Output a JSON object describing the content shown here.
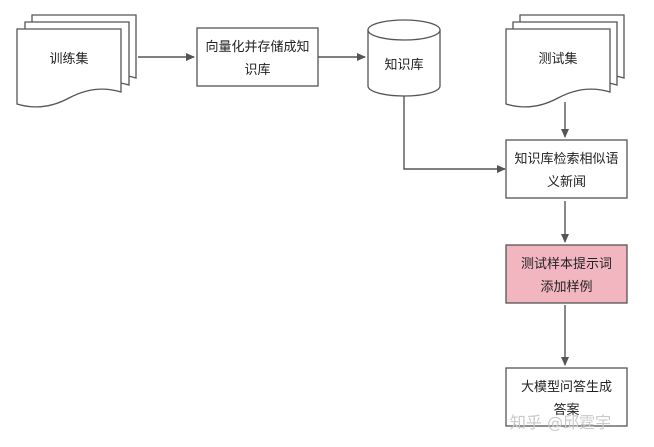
{
  "nodes": {
    "training_set": {
      "label": "训练集",
      "shape": "multi-document"
    },
    "vectorize": {
      "line1": "向量化并存储成知",
      "line2": "识库",
      "shape": "process"
    },
    "knowledge_base": {
      "label": "知识库",
      "shape": "database"
    },
    "test_set": {
      "label": "测试集",
      "shape": "multi-document"
    },
    "retrieve": {
      "line1": "知识库检索相似语",
      "line2": "义新闻",
      "shape": "process"
    },
    "prompt": {
      "line1": "测试样本提示词",
      "line2": "添加样例",
      "shape": "process",
      "highlight_color": "#f2b6c0"
    },
    "answer": {
      "line1": "大模型问答生成",
      "line2": "答案",
      "shape": "process"
    }
  },
  "edges": [
    {
      "from": "训练集",
      "to": "向量化并存储成知识库"
    },
    {
      "from": "向量化并存储成知识库",
      "to": "知识库"
    },
    {
      "from": "知识库",
      "to": "知识库检索相似语义新闻"
    },
    {
      "from": "测试集",
      "to": "知识库检索相似语义新闻"
    },
    {
      "from": "知识库检索相似语义新闻",
      "to": "测试样本提示词添加样例"
    },
    {
      "from": "测试样本提示词添加样例",
      "to": "大模型问答生成答案"
    }
  ],
  "watermark": "知乎 @邱霆宇",
  "colors": {
    "stroke": "#555555",
    "node_fill": "#ffffff",
    "highlight": "#f2b6c0"
  }
}
